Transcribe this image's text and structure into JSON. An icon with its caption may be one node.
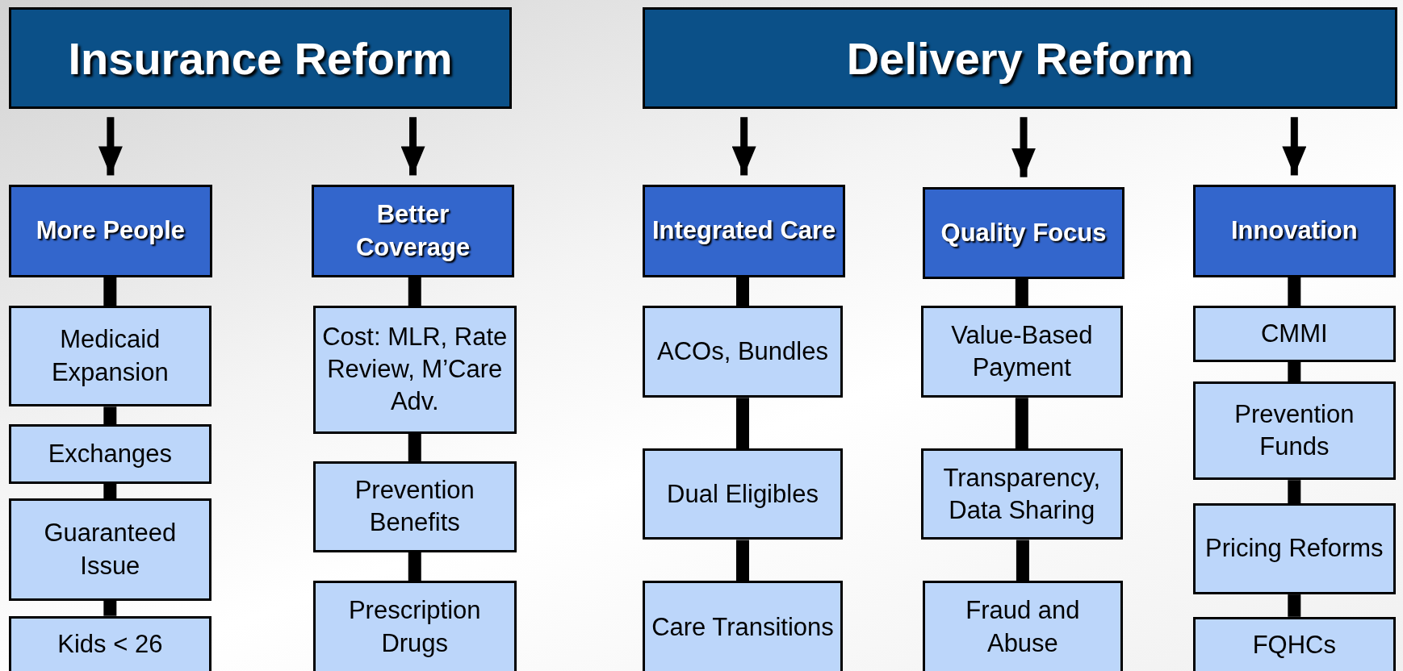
{
  "diagram": {
    "nodes": [
      {
        "text": [
          "Insurance Reform"
        ]
      },
      {
        "text": [
          "Delivery Reform"
        ]
      },
      {
        "text": [
          "More People"
        ]
      },
      {
        "text": [
          "Better Coverage"
        ]
      },
      {
        "text": [
          "Integrated Care"
        ]
      },
      {
        "text": [
          "Quality Focus"
        ]
      },
      {
        "text": [
          "Innovation"
        ]
      },
      {
        "text": [
          "Medicaid Expansion"
        ]
      },
      {
        "text": [
          "Exchanges"
        ]
      },
      {
        "text": [
          "Guaranteed Issue"
        ]
      },
      {
        "text": [
          "Kids < 26"
        ]
      },
      {
        "text": [
          "Cost: MLR, Rate Review, M’Care Adv."
        ]
      },
      {
        "text": [
          "Prevention Benefits"
        ]
      },
      {
        "text": [
          "Prescription Drugs"
        ]
      },
      {
        "text": [
          "ACOs, Bundles"
        ]
      },
      {
        "text": [
          "Dual Eligibles"
        ]
      },
      {
        "text": [
          "Care Transitions"
        ]
      },
      {
        "text": [
          "Value-Based Payment"
        ]
      },
      {
        "text": [
          "Transparency, Data Sharing"
        ]
      },
      {
        "text": [
          "Fraud and Abuse"
        ]
      },
      {
        "text": [
          "CMMI"
        ]
      },
      {
        "text": [
          "Prevention Funds"
        ]
      },
      {
        "text": [
          "Pricing Reforms"
        ]
      },
      {
        "text": [
          "FQHCs"
        ]
      }
    ],
    "edges": [
      {
        "from": 0,
        "to": 2,
        "arrow": "to"
      },
      {
        "from": 0,
        "to": 3,
        "arrow": "to"
      },
      {
        "from": 1,
        "to": 4,
        "arrow": "to"
      },
      {
        "from": 1,
        "to": 5,
        "arrow": "to"
      },
      {
        "from": 1,
        "to": 6,
        "arrow": "to"
      },
      {
        "from": 2,
        "to": 7,
        "arrow": "none"
      },
      {
        "from": 7,
        "to": 8,
        "arrow": "none"
      },
      {
        "from": 8,
        "to": 9,
        "arrow": "none"
      },
      {
        "from": 9,
        "to": 10,
        "arrow": "none"
      },
      {
        "from": 3,
        "to": 11,
        "arrow": "none"
      },
      {
        "from": 11,
        "to": 12,
        "arrow": "none"
      },
      {
        "from": 12,
        "to": 13,
        "arrow": "none"
      },
      {
        "from": 4,
        "to": 14,
        "arrow": "none"
      },
      {
        "from": 14,
        "to": 15,
        "arrow": "none"
      },
      {
        "from": 15,
        "to": 16,
        "arrow": "none"
      },
      {
        "from": 5,
        "to": 17,
        "arrow": "none"
      },
      {
        "from": 17,
        "to": 18,
        "arrow": "none"
      },
      {
        "from": 18,
        "to": 19,
        "arrow": "none"
      },
      {
        "from": 6,
        "to": 20,
        "arrow": "none"
      },
      {
        "from": 20,
        "to": 21,
        "arrow": "none"
      },
      {
        "from": 21,
        "to": 22,
        "arrow": "none"
      },
      {
        "from": 22,
        "to": 23,
        "arrow": "none"
      }
    ]
  }
}
